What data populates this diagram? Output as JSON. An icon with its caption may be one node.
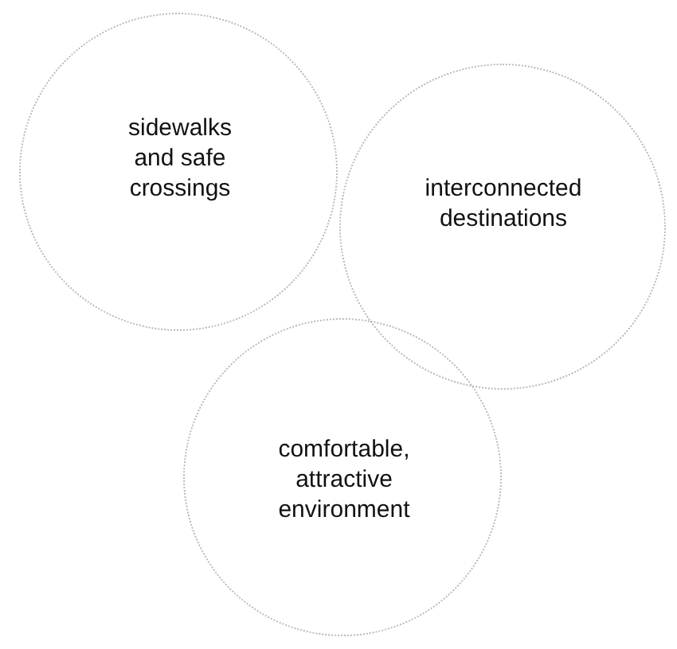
{
  "diagram": {
    "nodes": [
      {
        "text": [
          "sidewalks and safe crossings"
        ]
      },
      {
        "text": [
          "interconnected destinations"
        ]
      },
      {
        "text": [
          "comfortable, attractive environment"
        ]
      }
    ]
  }
}
